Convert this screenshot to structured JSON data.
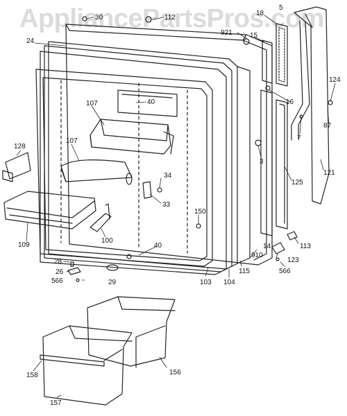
{
  "watermark": "AppliancePartsPros.com",
  "colors": {
    "line": "#222222",
    "paper": "#ffffff",
    "watermark": "#bebebe"
  },
  "callouts": {
    "c30": "30",
    "c112": "112",
    "c18": "18",
    "c5": "5",
    "c921": "921",
    "c15": "15",
    "c24": "24",
    "c40a": "40",
    "c107a": "107",
    "c107b": "107",
    "c16": "16",
    "c124": "124",
    "c87": "87",
    "c7": "7",
    "c128": "128",
    "c3": "3",
    "c34": "34",
    "c33": "33",
    "c125": "125",
    "c121": "121",
    "c150": "150",
    "c100": "100",
    "c109": "109",
    "c40b": "40",
    "c14": "14",
    "c113": "113",
    "c910": "910",
    "c123": "123",
    "c28": "28",
    "c26": "26",
    "c566a": "566",
    "c29": "29",
    "c103": "103",
    "c104": "104",
    "c115": "115",
    "c566b": "566",
    "c158": "158",
    "c156": "156",
    "c157": "157"
  }
}
